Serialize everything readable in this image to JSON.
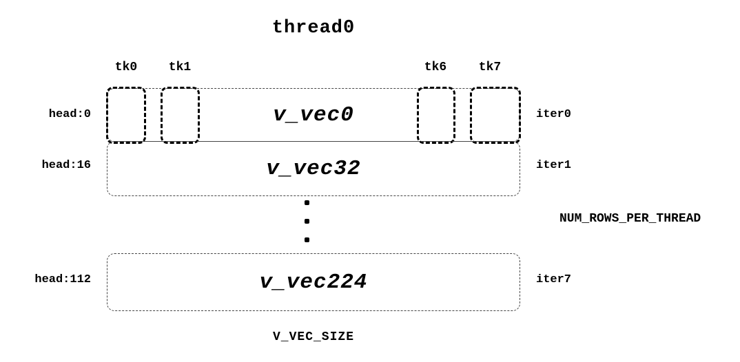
{
  "diagram": {
    "title": "thread0",
    "thread_keys": [
      "tk0",
      "tk1",
      "tk6",
      "tk7"
    ],
    "rows": [
      {
        "head": "head:0",
        "vec": "v_vec0",
        "iter": "iter0"
      },
      {
        "head": "head:16",
        "vec": "v_vec32",
        "iter": "iter1"
      },
      {
        "head": "head:112",
        "vec": "v_vec224",
        "iter": "iter7"
      }
    ],
    "ellipsis": "⋮",
    "rows_annotation": "NUM_ROWS_PER_THREAD",
    "size_annotation": "V_VEC_SIZE"
  }
}
